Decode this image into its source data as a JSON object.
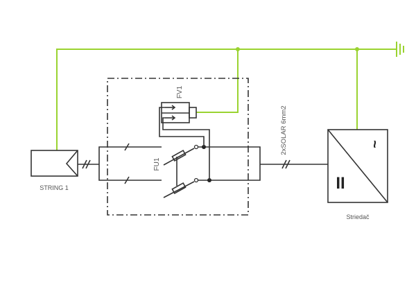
{
  "labels": {
    "string": "STRING 1",
    "inverter": "Striedač",
    "cable": "2xSOLAR 6mm2",
    "fuse": "FU1",
    "surge_protector": "FV1",
    "inverter_ac_symbol": "~",
    "inverter_dc_symbol": "II"
  },
  "colors": {
    "ground_wire": "#9ad330",
    "wire": "#333333"
  }
}
